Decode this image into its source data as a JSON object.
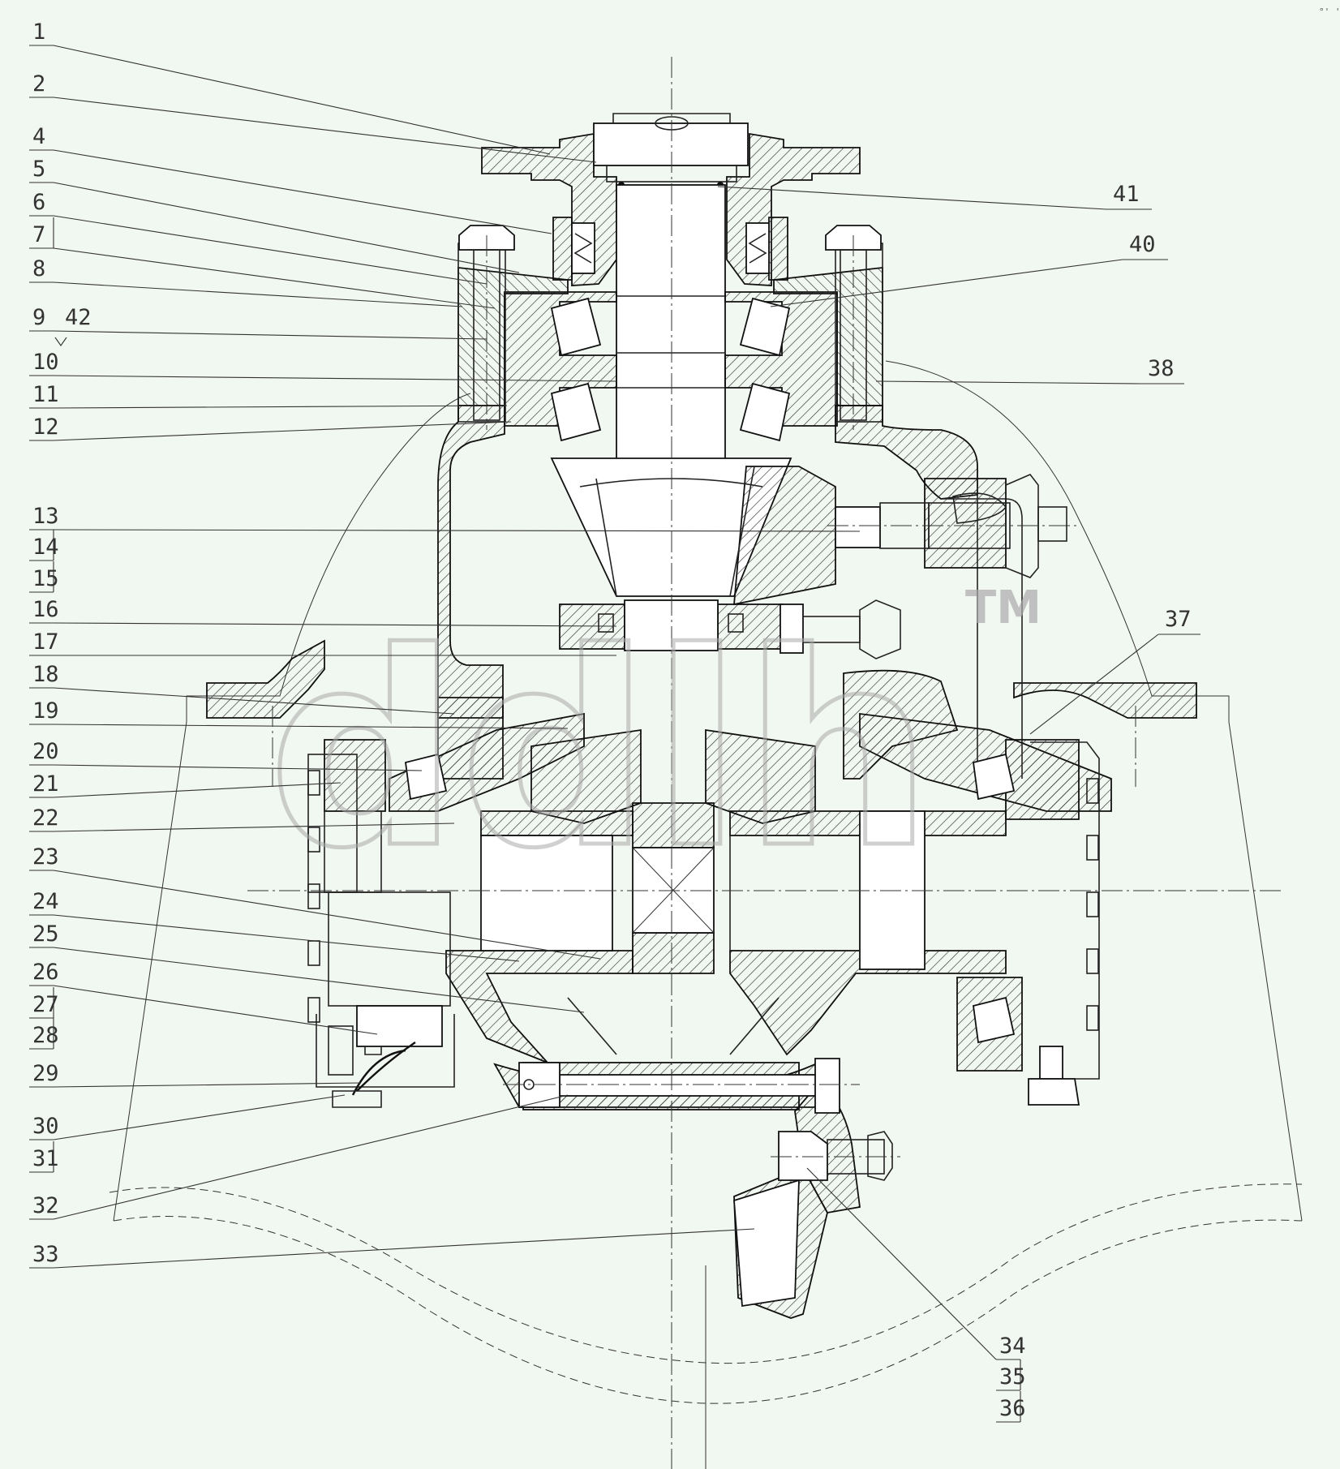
{
  "callouts": {
    "left": [
      "1",
      "2",
      "4",
      "5",
      "6",
      "7",
      "8",
      "9",
      "42",
      "10",
      "11",
      "12",
      "13",
      "14",
      "15",
      "16",
      "17",
      "18",
      "19",
      "20",
      "21",
      "22",
      "23",
      "24",
      "25",
      "26",
      "27",
      "28",
      "29",
      "30",
      "31",
      "32",
      "33"
    ],
    "right": [
      "41",
      "40",
      "38",
      "37"
    ],
    "bottom": [
      "34",
      "35",
      "36"
    ]
  },
  "corner_mark": "°' '°°",
  "watermark": {
    "text": "ddlh",
    "trademark": "TM"
  }
}
